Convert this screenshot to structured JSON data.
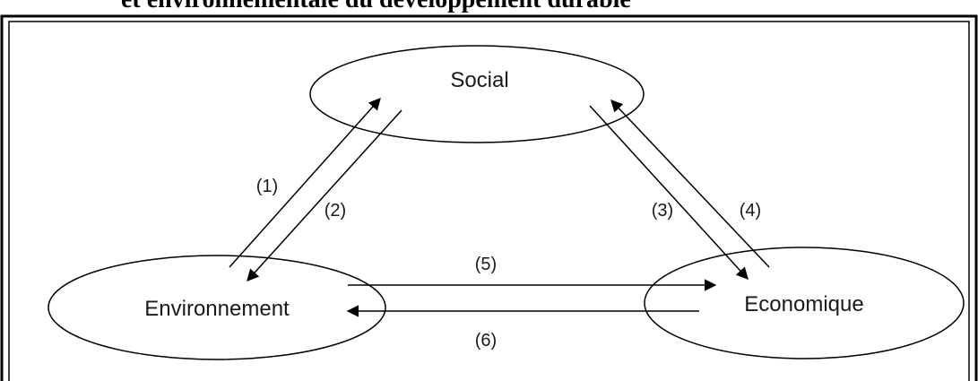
{
  "header": {
    "title": "et environnementale du développement durable"
  },
  "diagram": {
    "nodes": {
      "social": "Social",
      "environnement": "Environnement",
      "economique": "Economique"
    },
    "edges": {
      "e1": "(1)",
      "e2": "(2)",
      "e3": "(3)",
      "e4": "(4)",
      "e5": "(5)",
      "e6": "(6)"
    },
    "colors": {
      "stroke": "#000000",
      "frame": "#000000"
    }
  }
}
